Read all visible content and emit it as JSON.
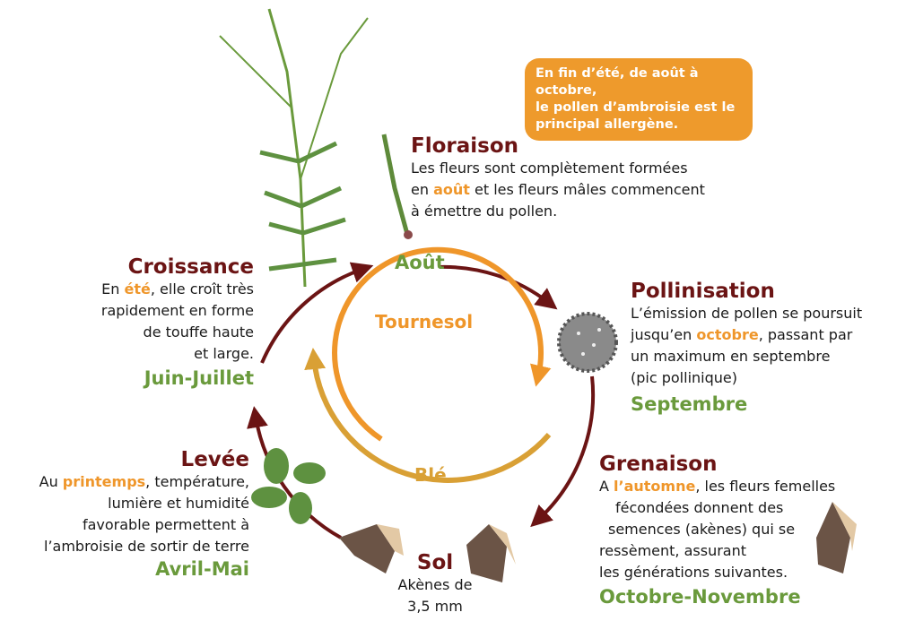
{
  "colors": {
    "dark_red": "#6b1414",
    "green": "#6a9a3c",
    "orange": "#ef962a",
    "box": "#ee9a2c",
    "gold": "#d9a035"
  },
  "info_box": [
    "En fin d’été, de août à octobre,",
    "le pollen d’ambroisie est le",
    "principal allergène."
  ],
  "floraison": {
    "title": "Floraison",
    "l1": "Les fleurs sont complètement formées",
    "l2a": "en ",
    "l2b": "août",
    "l2c": " et les fleurs mâles commencent",
    "l3": "à émettre du pollen.",
    "month": "Août"
  },
  "pollinisation": {
    "title": "Pollinisation",
    "l1": "L’émission de pollen se poursuit",
    "l2a": "jusqu’en ",
    "l2b": "octobre",
    "l2c": ", passant par",
    "l3": "un maximum en septembre",
    "l4": "(pic pollinique)",
    "month": "Septembre"
  },
  "grenaison": {
    "title": "Grenaison",
    "l1a": "A ",
    "l1b": "l’automne",
    "l1c": ", les fleurs femelles",
    "l2": "fécondées donnent des",
    "l3": "semences (akènes) qui se",
    "l4": "ressèment, assurant",
    "l5": "les générations suivantes.",
    "month": "Octobre-Novembre"
  },
  "sol": {
    "title": "Sol",
    "l1": "Akènes de",
    "l2": "3,5 mm"
  },
  "levee": {
    "title": "Levée",
    "l1a": "Au ",
    "l1b": "printemps",
    "l1c": ", température,",
    "l2": "lumière et humidité",
    "l3": "favorable permettent à",
    "l4": "l’ambroisie de sortir de terre",
    "month": "Avril-Mai"
  },
  "croissance": {
    "title": "Croissance",
    "l1a": "En ",
    "l1b": "été",
    "l1c": ", elle croît très",
    "l2": "rapidement en forme",
    "l3": "de touffe haute",
    "l4": "et large.",
    "month": "Juin-Juillet"
  },
  "crops": {
    "inner": "Tournesol",
    "outer": "Blé"
  }
}
